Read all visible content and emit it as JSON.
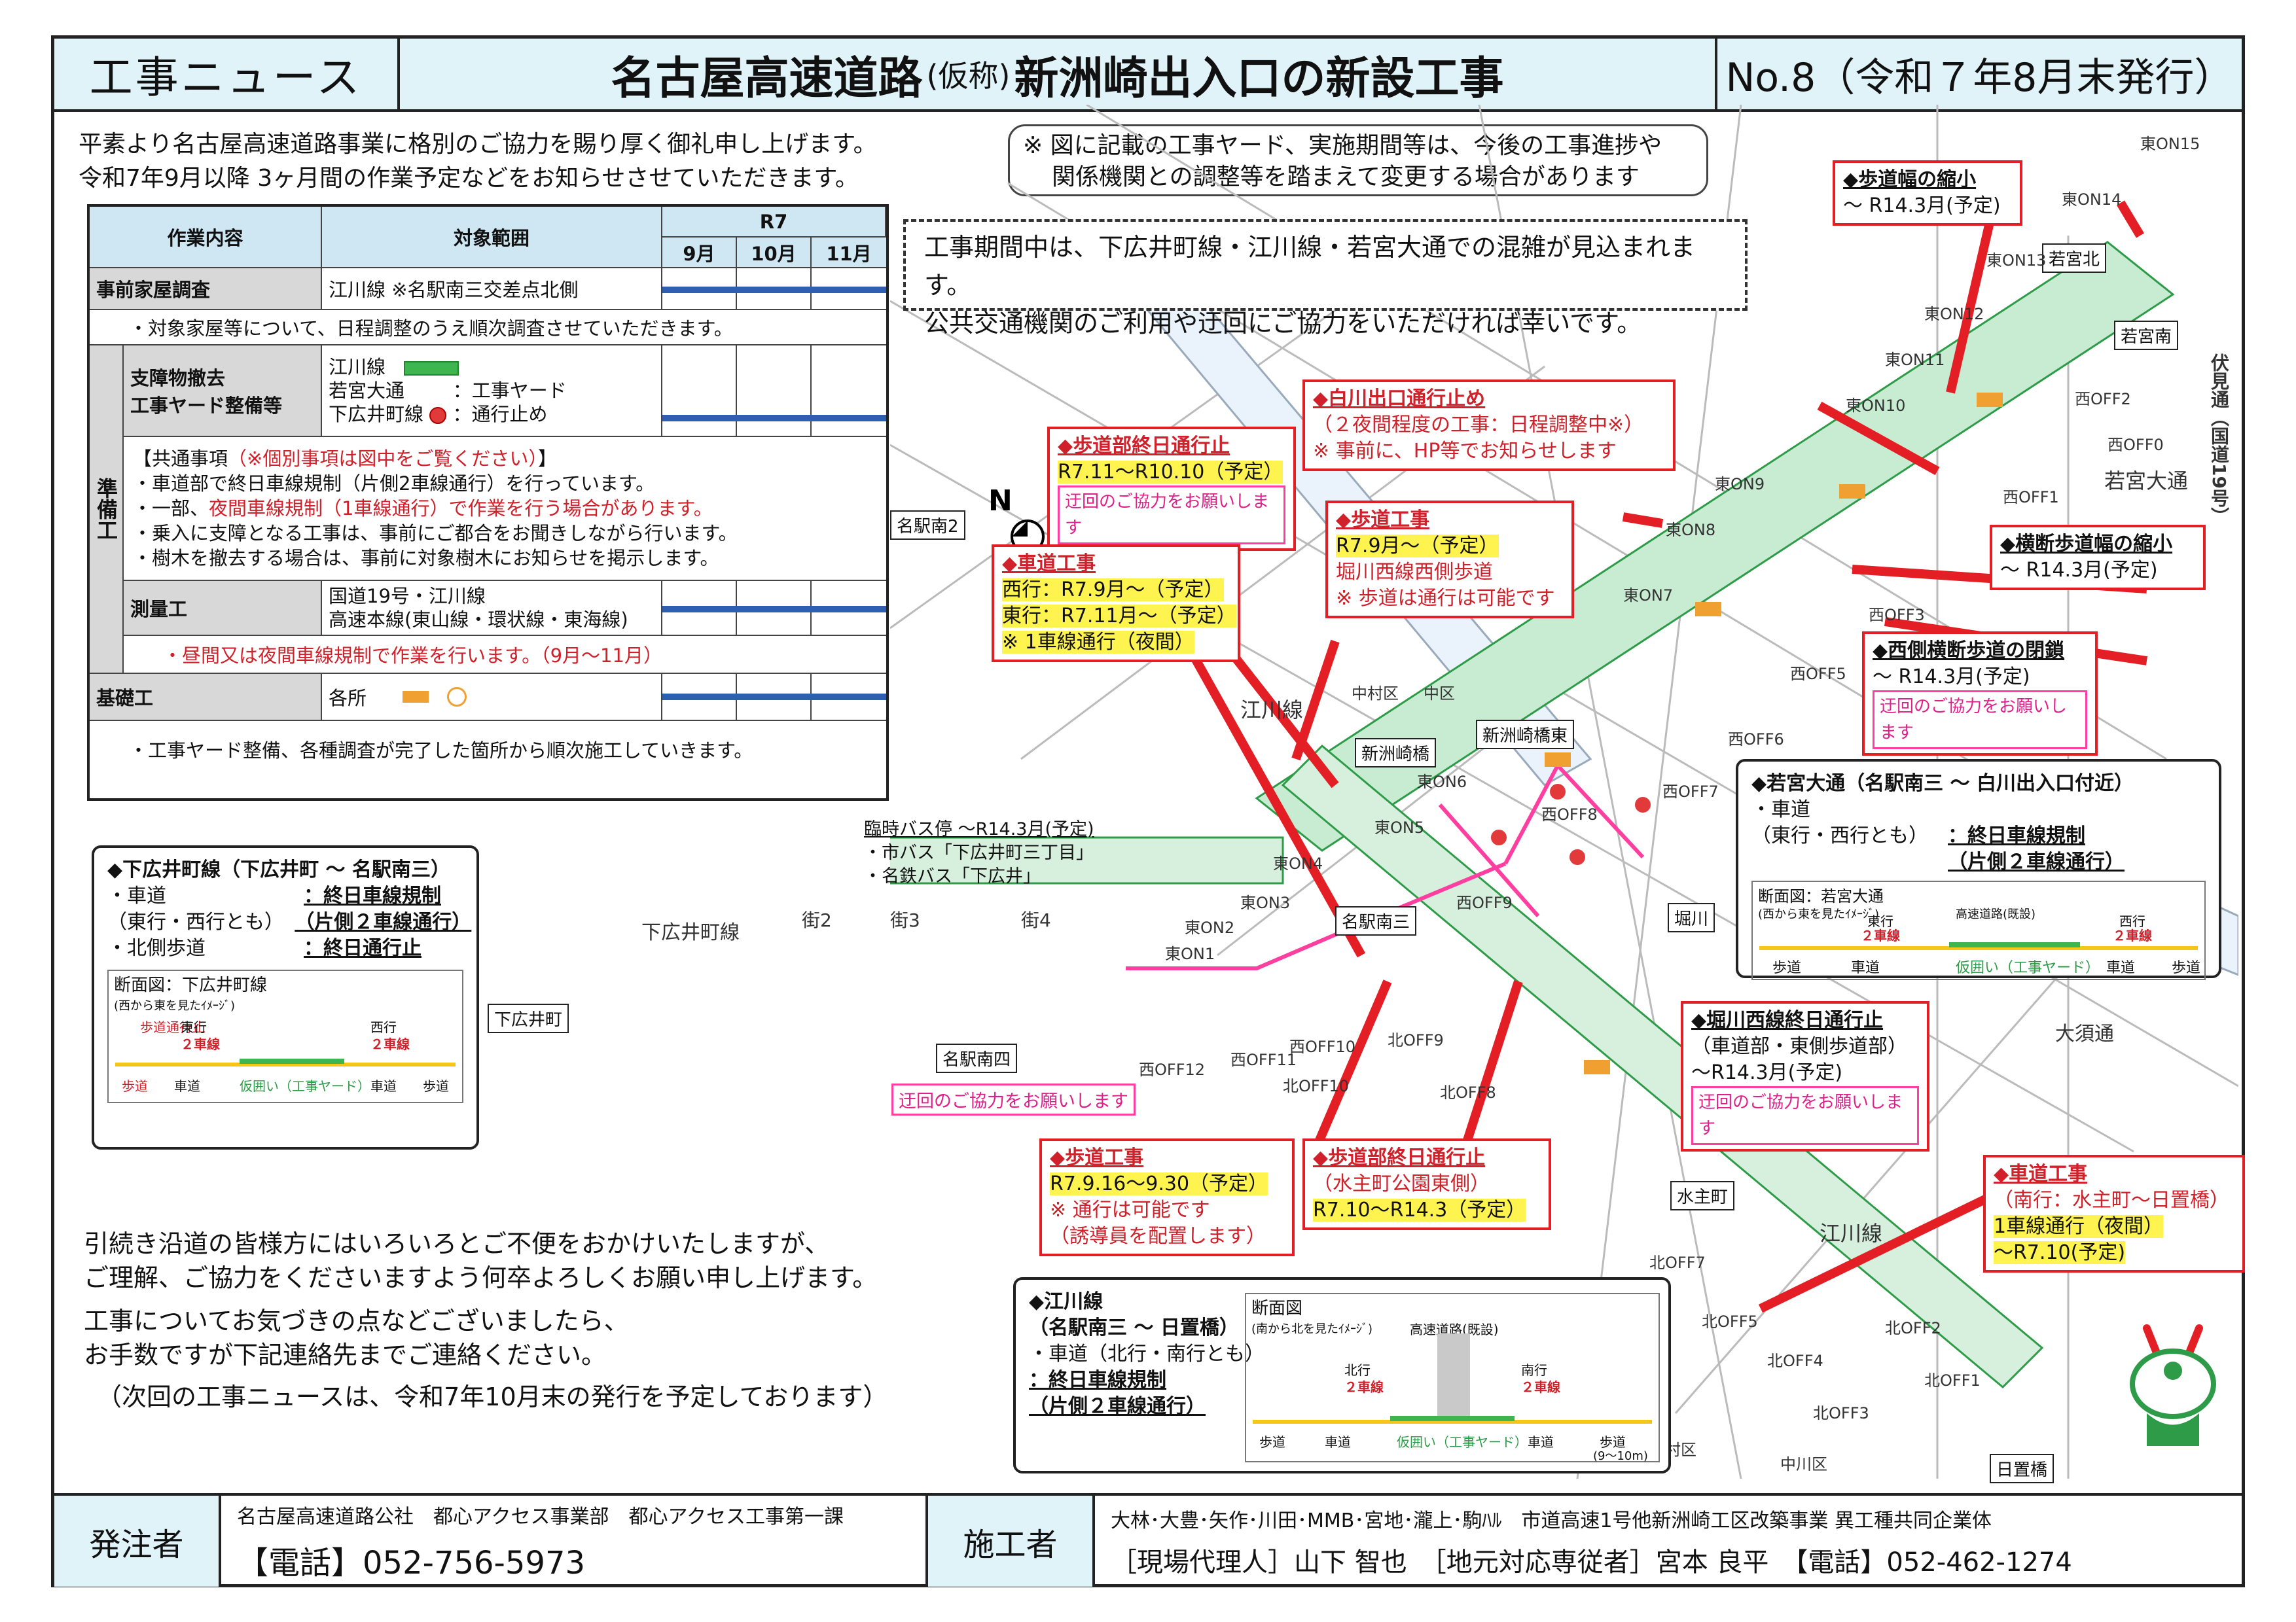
{
  "header": {
    "news_label": "工事ニュース",
    "title_pre": "名古屋高速道路",
    "title_kari": "(仮称)",
    "title_post": "新洲崎出入口の新設工事",
    "issue": "No.8（令和７年8月末発行）"
  },
  "intro": {
    "line1": "平素より名古屋高速道路事業に格別のご協力を賜り厚く御礼申し上げます。",
    "line2": "令和7年9月以降 3ヶ月間の作業予定などをお知らせさせていただきます。"
  },
  "note": {
    "line1": "※ 図に記載の工事ヤード、実施期間等は、今後の工事進捗や",
    "line2": "関係機関との調整等を踏まえて変更する場合があります"
  },
  "warning": {
    "line1": "工事期間中は、下広井町線・江川線・若宮大通での混雑が見込まれます。",
    "line2": "公共交通機関のご利用や迂回にご協力をいただければ幸いです。"
  },
  "schedule": {
    "col_work": "作業内容",
    "col_range": "対象範囲",
    "year": "R7",
    "months": [
      "9月",
      "10月",
      "11月"
    ],
    "prep_label": "準備工",
    "survey": {
      "name": "事前家屋調査",
      "range": "江川線 ※名駅南三交差点北側",
      "note": "・対象家屋等について、日程調整のうえ順次調査させていただきます。"
    },
    "removal": {
      "name1": "支障物撤去",
      "name2": "工事ヤード整備等",
      "r1": "江川線",
      "r2": "若宮大通",
      "r3": "下広井町線",
      "yard": "：工事ヤード",
      "closed": "：通行止め"
    },
    "common": {
      "head": "【共通事項",
      "head_red": "（※個別事項は図中をご覧ください）",
      "head_end": "】",
      "b1": "・車道部で終日車線規制（片側2車線通行）を行っています。",
      "b2a": "・一部、",
      "b2b": "夜間車線規制（1車線通行）で作業を行う場合があります。",
      "b3": "・乗入に支障となる工事は、事前にご都合をお聞きしながら行います。",
      "b4": "・樹木を撤去する場合は、事前に対象樹木にお知らせを掲示します。"
    },
    "measure": {
      "name": "測量工",
      "r1": "国道19号・江川線",
      "r2": "高速本線(東山線・環状線・東海線)",
      "note": "・昼間又は夜間車線規制で作業を行います。（9月～11月）"
    },
    "foundation": {
      "name": "基礎工",
      "range": "各所",
      "note": "・工事ヤード整備、各種調査が完了した箇所から順次施工していきます。"
    }
  },
  "callouts": {
    "c1": {
      "title": "◆歩道幅の縮小",
      "body": "～ R14.3月(予定)"
    },
    "c2": {
      "title": "◆白川出口通行止め",
      "b1": "（２夜間程度の工事：日程調整中※）",
      "b2": "※ 事前に、HP等でお知らせします"
    },
    "c3": {
      "title": "◆歩道部終日通行止",
      "b1": "R7.11～R10.10（予定）",
      "pink": "迂回のご協力をお願いします"
    },
    "c4": {
      "title": "◆歩道工事",
      "b1": "R7.9月～（予定）",
      "b2": "堀川西線西側歩道",
      "b3": "※ 歩道は通行は可能です"
    },
    "c5": {
      "title": "◆車道工事",
      "b1": "西行：R7.9月～（予定）",
      "b2": "東行：R7.11月～（予定）",
      "b3": "※ 1車線通行（夜間）"
    },
    "c6": {
      "title": "◆横断歩道幅の縮小",
      "body": "～ R14.3月(予定)"
    },
    "c7": {
      "title": "◆西側横断歩道の閉鎖",
      "body": "～ R14.3月(予定)",
      "pink": "迂回のご協力をお願いします"
    },
    "c8": {
      "title": "◆堀川西線終日通行止",
      "b1": "（車道部・東側歩道部）",
      "b2": "～R14.3月(予定)",
      "pink": "迂回のご協力をお願いします"
    },
    "c9": {
      "title": "◆歩道工事",
      "b1": "R7.9.16～9.30（予定）",
      "b2": "※ 通行は可能です",
      "b3": "（誘導員を配置します）"
    },
    "c10": {
      "title": "◆歩道部終日通行止",
      "b1": "（水主町公園東側）",
      "b2": "R7.10～R14.3（予定）"
    },
    "c11": {
      "title": "◆車道工事",
      "b1": "（南行：水主町～日置橋）",
      "b2": "1車線通行（夜間）",
      "b3": "～R7.10(予定)"
    },
    "bus": {
      "t1": "臨時バス停 ～R14.3月(予定)",
      "t2": "・市バス「下広井町三丁目」",
      "t3": "・名鉄バス「下広井」"
    },
    "detour": "迂回のご協力をお願いします"
  },
  "map_labels": {
    "meieki2": "名駅南2",
    "meieki3": "名駅南三",
    "meieki4": "名駅南四",
    "shimohiroi": "下広井町",
    "shimohiroi_line": "下広井町線",
    "shinsuzaki_bridge": "新洲崎橋",
    "shinsuzaki_east": "新洲崎橋東",
    "wakamiya_n": "若宮北",
    "wakamiya_s": "若宮南",
    "wakamiya_st": "若宮大通",
    "fushimi": "伏見通（国道19号）",
    "egawa": "江川線",
    "horikawa": "堀川",
    "kako": "水主町",
    "hiokibashi": "日置橋",
    "osu": "大須通",
    "nakamura": "中村区",
    "naka": "中区",
    "nakagawa": "中川区",
    "gai2": "街2",
    "gai3": "街3",
    "gai4": "街4",
    "piers_e": [
      "東ON1",
      "東ON2",
      "東ON3",
      "東ON4",
      "東ON5",
      "東ON6",
      "東ON7",
      "東ON8",
      "東ON9",
      "東ON10",
      "東ON11",
      "東ON12",
      "東ON13",
      "東ON14",
      "東ON15"
    ],
    "piers_w": [
      "西OFF0",
      "西OFF1",
      "西OFF2",
      "西OFF3",
      "西OFF5",
      "西OFF6",
      "西OFF7",
      "西OFF8",
      "西OFF9",
      "西OFF10",
      "西OFF11",
      "西OFF12"
    ],
    "piers_n": [
      "北OFF1",
      "北OFF2",
      "北OFF3",
      "北OFF4",
      "北OFF5",
      "北OFF7",
      "北OFF8",
      "北OFF9",
      "北OFF10"
    ]
  },
  "panels": {
    "wakamiya": {
      "title": "◆若宮大通（名駅南三 ～ 白川出入口付近）",
      "road": "・車道",
      "dir": "（東行・西行とも）",
      "reg1": "：終日車線規制",
      "reg2": "（片側２車線通行）",
      "sect": "断面図：若宮大通",
      "sect_sub": "(西から東を見たｲﾒｰｼﾞ)",
      "east": "東行",
      "west": "西行",
      "lanes": "２車線",
      "highway": "高速道路(既設)",
      "sidewalk": "歩道",
      "carriage": "車道",
      "median": "仮囲い（工事ヤード）"
    },
    "shimohiroi": {
      "title": "◆下広井町線（下広井町 ～ 名駅南三）",
      "road": "・車道",
      "dir": "（東行・西行とも）",
      "reg1": "：終日車線規制",
      "reg2": "（片側２車線通行）",
      "walk": "・北側歩道",
      "walk_reg": "：終日通行止",
      "sect": "断面図：下広井町線",
      "sect_sub": "(西から東を見たｲﾒｰｼﾞ)",
      "east": "東行",
      "west": "西行",
      "lanes": "２車線",
      "closed": "歩道通行止",
      "sidewalk": "歩道",
      "carriage": "車道",
      "median": "仮囲い（工事ヤード）"
    },
    "egawa": {
      "title": "◆江川線",
      "sub": "（名駅南三 ～ 日置橋）",
      "road": "・車道（北行・南行とも）",
      "reg1": "：終日車線規制",
      "reg2": "（片側２車線通行）",
      "sect": "断面図",
      "sect_sub": "(南から北を見たｲﾒｰｼﾞ)",
      "north": "北行",
      "south": "南行",
      "lanes": "２車線",
      "highway": "高速道路(既設)",
      "sidewalk": "歩道",
      "carriage": "車道",
      "median": "仮囲い（工事ヤード）",
      "width": "(9～10m)"
    }
  },
  "closing": {
    "l1": "引続き沿道の皆様方にはいろいろとご不便をおかけいたしますが、",
    "l2": "ご理解、ご協力をくださいますよう何卒よろしくお願い申し上げます。",
    "l3": "工事についてお気づきの点などございましたら、",
    "l4": "お手数ですが下記連絡先までご連絡ください。",
    "l5": "（次回の工事ニュースは、令和7年10月末の発行を予定しております）"
  },
  "footer": {
    "orderer_label": "発注者",
    "orderer": "名古屋高速道路公社　都心アクセス事業部　都心アクセス工事第一課",
    "orderer_phone": "【電話】052-756-5973",
    "builder_label": "施工者",
    "builder": "大林･大豊･矢作･川田･MMB･宮地･瀧上･駒ﾊﾙ　市道高速1号他新洲崎工区改築事業 異工種共同企業体",
    "builder_staff": "［現場代理人］山下 智也　［地元対応専従者］宮本 良平　【電話】052-462-1274"
  },
  "colors": {
    "header_bg": "#dff3f9",
    "alert_red": "#e31e24",
    "yard_green": "#3fb54f",
    "detour_pink": "#ff3fa0",
    "bar_blue": "#2f5fb0",
    "highlight": "#fff44f"
  }
}
